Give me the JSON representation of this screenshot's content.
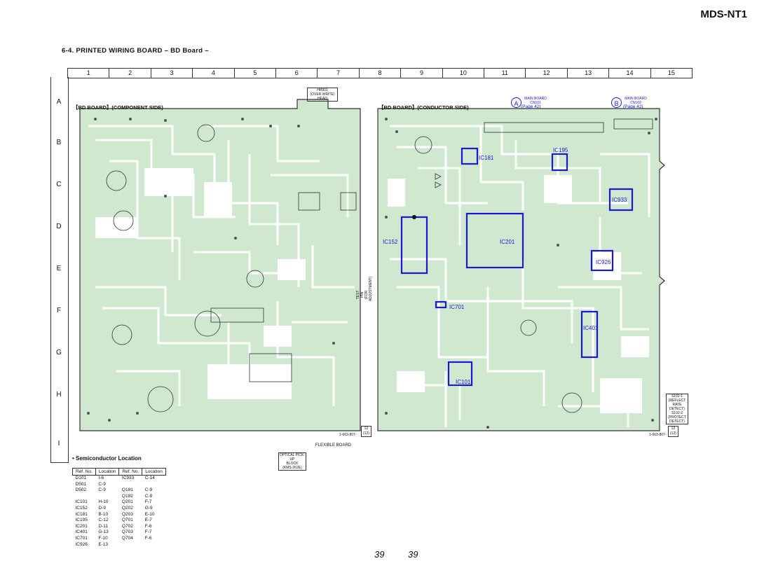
{
  "header": {
    "model": "MDS-NT1",
    "section_title": "6-4.   PRINTED  WIRING  BOARD  – BD Board –"
  },
  "grid": {
    "columns": [
      "1",
      "2",
      "3",
      "4",
      "5",
      "6",
      "7",
      "8",
      "9",
      "10",
      "11",
      "12",
      "13",
      "14",
      "15"
    ],
    "rows": [
      "A",
      "B",
      "C",
      "D",
      "E",
      "F",
      "G",
      "H",
      "I"
    ]
  },
  "boards": {
    "left_title": "【BD BOARD】(COMPONENT SIDE)",
    "right_title": "【BD BOARD】(CONDUCTOR SIDE)",
    "left_code": "1-663-807-",
    "right_code": "1-663-807-",
    "left_code_rev": "12",
    "left_code_rev2": "(12)",
    "right_code_rev": "12",
    "right_code_rev2": "(12)"
  },
  "callouts": {
    "head_note": "HR901\n(OVER WRITE)\nHEAD",
    "flexible_board": "FLEXIBLE BOARD",
    "optical_pickup": "OPTICAL PICK-UP\nBLOCK\n(KMS-262E)",
    "test_pin": "TEST PIN\n(FOR ADJUSTMENT)",
    "conn_a": "A",
    "conn_a_note": "MAIN BOARD\nCN101",
    "conn_a_page": "(Page 42)",
    "conn_b": "B",
    "conn_b_note": "MAIN BOARD\nCN102",
    "conn_b_page": "(Page 42)",
    "switches": "S102-1\n(REFLECT\nRATE\nDETECT)\nS102-2\n(PROTECT\nDETECT)"
  },
  "ic_labels": [
    "IC181",
    "IC195",
    "IC933",
    "IC152",
    "IC201",
    "IC926",
    "IC701",
    "IC401",
    "IC101"
  ],
  "semiconductor": {
    "heading": "•  Semiconductor Location",
    "headers": [
      "Ref. No.",
      "Location",
      "Ref. No.",
      "Location"
    ],
    "col1_ref": [
      "D101",
      "D501",
      "D502",
      "",
      "IC101",
      "IC152",
      "IC181",
      "IC195",
      "IC201",
      "IC401",
      "IC701",
      "IC926"
    ],
    "col1_loc": [
      "I-6",
      "C-9",
      "C-9",
      "",
      "H-10",
      "D-9",
      "B-10",
      "C-12",
      "D-11",
      "G-13",
      "F-10",
      "E-13"
    ],
    "col2_ref": [
      "IC933",
      "",
      "Q181",
      "Q182",
      "Q201",
      "Q202",
      "Q203",
      "Q701",
      "Q702",
      "Q703",
      "Q704"
    ],
    "col2_loc": [
      "C-14",
      "",
      "C-9",
      "C-9",
      "F-7",
      "G-9",
      "E-10",
      "E-7",
      "F-6",
      "F-7",
      "F-6"
    ]
  },
  "footer": {
    "page_left": "39",
    "page_right": "39"
  },
  "colors": {
    "board": "#cfe8cf",
    "trace": "#ffffff",
    "ic_box": "#1a1ad0"
  }
}
